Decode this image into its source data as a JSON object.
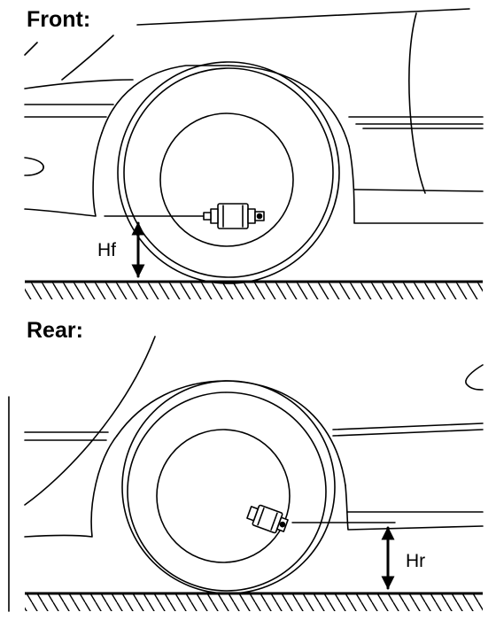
{
  "sections": {
    "front": {
      "title": "Front:",
      "dimension_label": "Hf"
    },
    "rear": {
      "title": "Rear:",
      "dimension_label": "Hr"
    }
  },
  "colors": {
    "ink": "#000000",
    "background": "#ffffff"
  }
}
